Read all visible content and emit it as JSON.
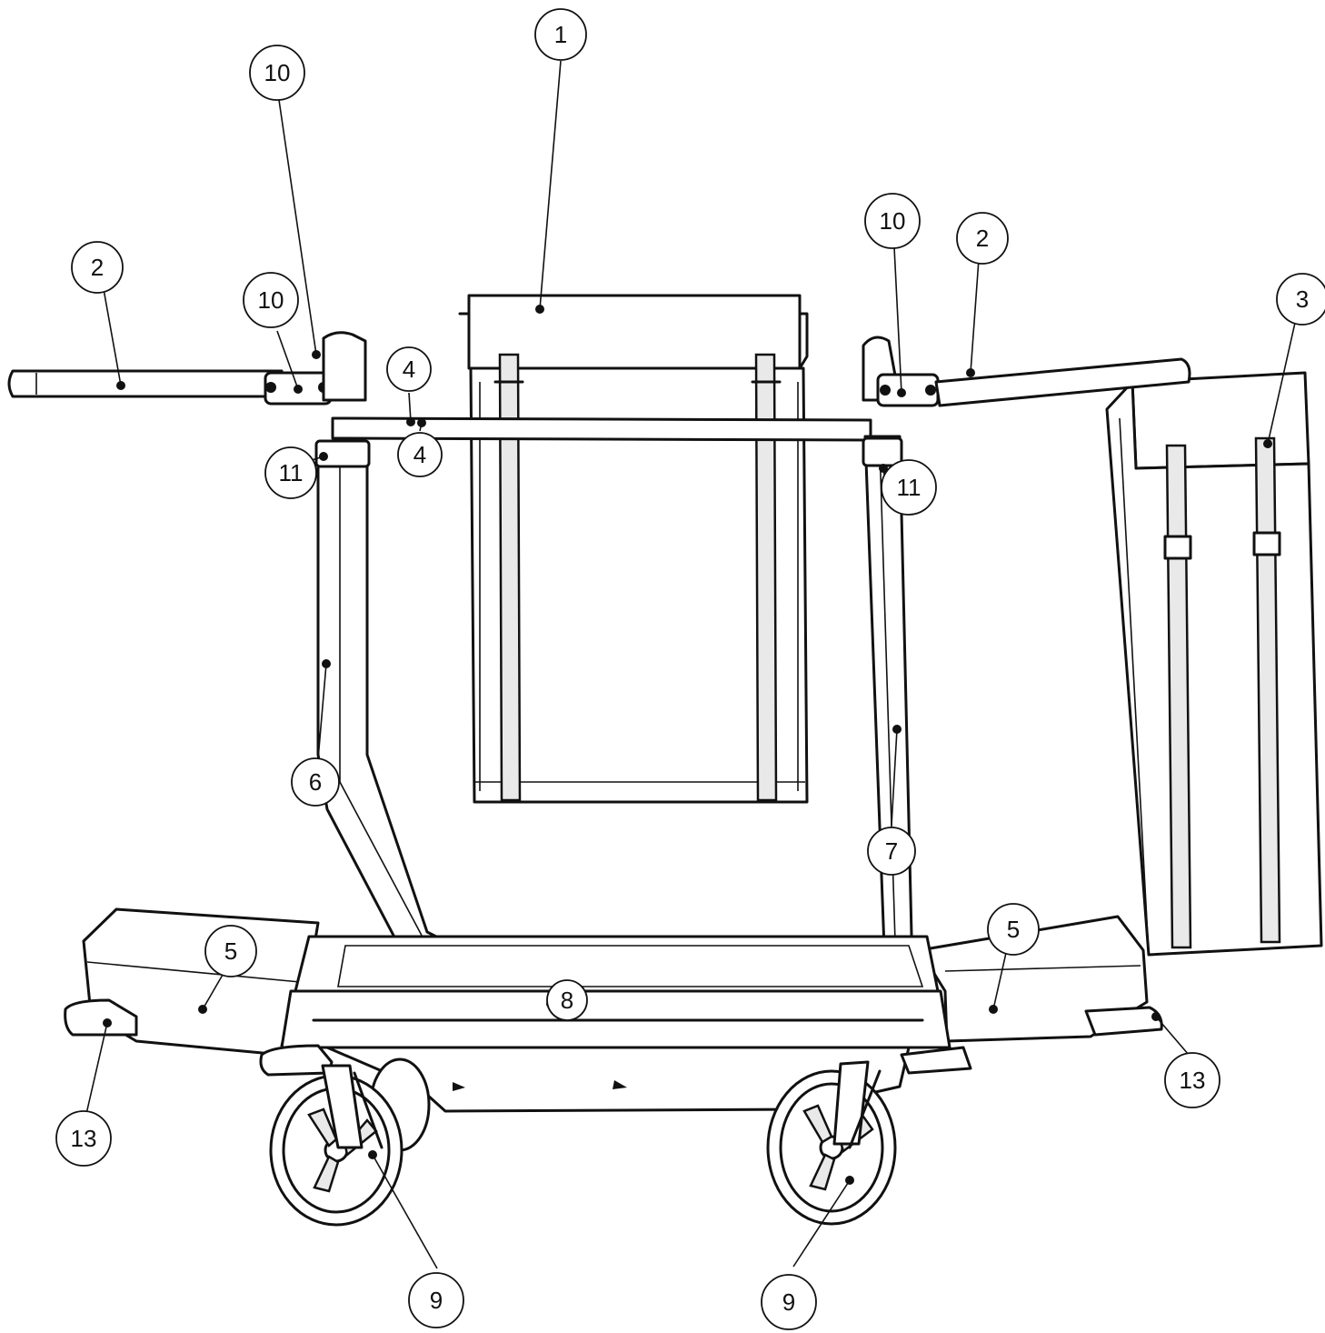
{
  "callouts": [
    {
      "id": "c1",
      "number": "1"
    },
    {
      "id": "c2a",
      "number": "2"
    },
    {
      "id": "c2b",
      "number": "2"
    },
    {
      "id": "c3",
      "number": "3"
    },
    {
      "id": "c4a",
      "number": "4"
    },
    {
      "id": "c4b",
      "number": "4"
    },
    {
      "id": "c5a",
      "number": "5"
    },
    {
      "id": "c5b",
      "number": "5"
    },
    {
      "id": "c6",
      "number": "6"
    },
    {
      "id": "c7",
      "number": "7"
    },
    {
      "id": "c8",
      "number": "8"
    },
    {
      "id": "c9a",
      "number": "9"
    },
    {
      "id": "c9b",
      "number": "9"
    },
    {
      "id": "c10a",
      "number": "10"
    },
    {
      "id": "c10b",
      "number": "10"
    },
    {
      "id": "c10c",
      "number": "10"
    },
    {
      "id": "c11a",
      "number": "11"
    },
    {
      "id": "c11b",
      "number": "11"
    },
    {
      "id": "c13a",
      "number": "13"
    },
    {
      "id": "c13b",
      "number": "13"
    }
  ]
}
